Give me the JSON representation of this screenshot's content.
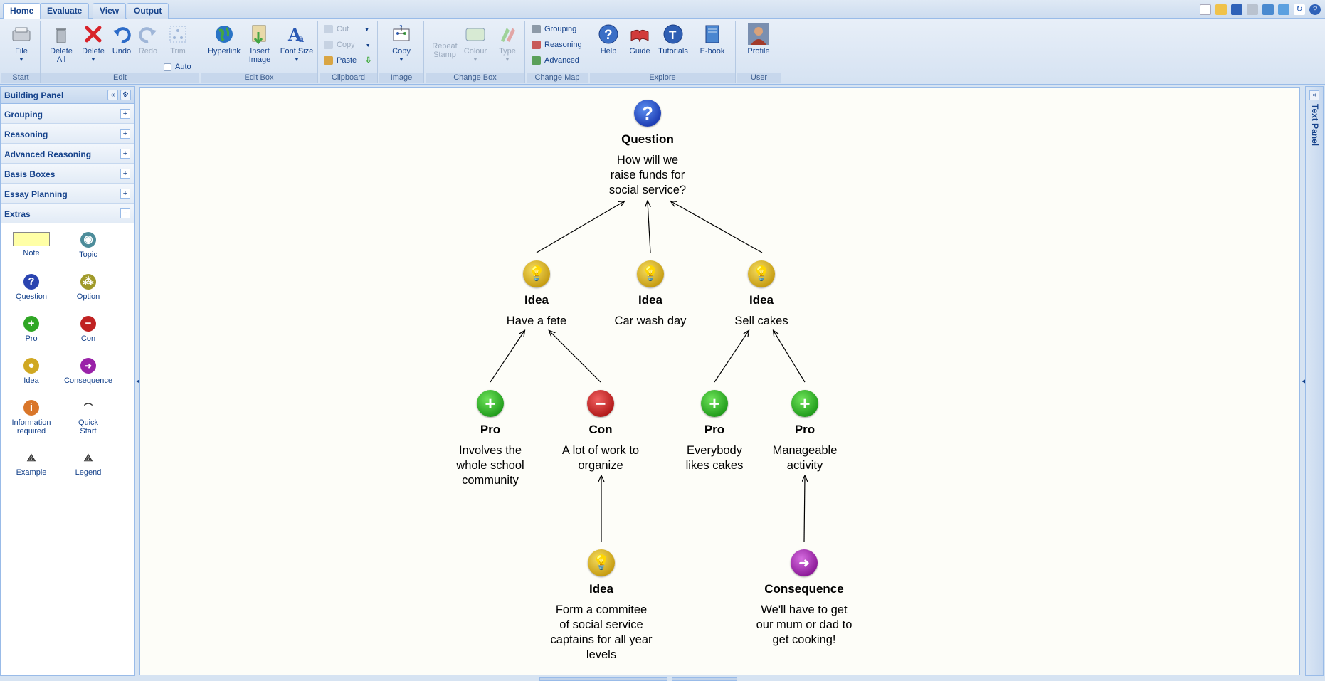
{
  "tabs": [
    "Home",
    "Evaluate",
    "View",
    "Output"
  ],
  "ribbon": {
    "start": {
      "label": "Start",
      "file": "File"
    },
    "edit": {
      "label": "Edit",
      "delete_all": "Delete All",
      "delete": "Delete",
      "undo": "Undo",
      "redo": "Redo",
      "trim": "Trim",
      "auto": "Auto"
    },
    "edit_box": {
      "label": "Edit Box",
      "hyperlink": "Hyperlink",
      "insert_image": "Insert Image",
      "font_size": "Font Size"
    },
    "clipboard": {
      "label": "Clipboard",
      "cut": "Cut",
      "copy": "Copy",
      "paste": "Paste"
    },
    "image": {
      "label": "Image",
      "copy": "Copy"
    },
    "change_box": {
      "label": "Change Box",
      "repeat_stamp": "Repeat Stamp",
      "colour": "Colour",
      "type": "Type"
    },
    "change_map": {
      "label": "Change Map",
      "grouping": "Grouping",
      "reasoning": "Reasoning",
      "advanced": "Advanced"
    },
    "explore": {
      "label": "Explore",
      "help": "Help",
      "guide": "Guide",
      "tutorials": "Tutorials",
      "ebook": "E-book"
    },
    "user": {
      "label": "User",
      "profile": "Profile"
    }
  },
  "building_panel": {
    "title": "Building Panel",
    "sections": [
      "Grouping",
      "Reasoning",
      "Advanced Reasoning",
      "Basis Boxes",
      "Essay Planning",
      "Extras"
    ],
    "extras": [
      {
        "label": "Note",
        "icon": "note-icon"
      },
      {
        "label": "Topic",
        "icon": "topic-icon"
      },
      {
        "label": "Question",
        "icon": "question-icon"
      },
      {
        "label": "Option",
        "icon": "option-icon"
      },
      {
        "label": "Pro",
        "icon": "pro-icon"
      },
      {
        "label": "Con",
        "icon": "con-icon"
      },
      {
        "label": "Idea",
        "icon": "idea-icon"
      },
      {
        "label": "Consequence",
        "icon": "consequence-icon"
      },
      {
        "label": "Information required",
        "icon": "information-icon"
      },
      {
        "label": "Quick Start",
        "icon": "quick-start-icon"
      },
      {
        "label": "Example",
        "icon": "example-icon"
      },
      {
        "label": "Legend",
        "icon": "legend-icon"
      }
    ]
  },
  "map": {
    "question": {
      "type": "Question",
      "text": "How will we raise funds for social service?"
    },
    "idea_fete": {
      "type": "Idea",
      "text": "Have a fete"
    },
    "idea_carwash": {
      "type": "Idea",
      "text": "Car wash day"
    },
    "idea_cakes": {
      "type": "Idea",
      "text": "Sell cakes"
    },
    "pro_school": {
      "type": "Pro",
      "text": "Involves the whole school community"
    },
    "con_work": {
      "type": "Con",
      "text": "A lot of work to organize"
    },
    "pro_cakes": {
      "type": "Pro",
      "text": "Everybody likes cakes"
    },
    "pro_manage": {
      "type": "Pro",
      "text": "Manageable activity"
    },
    "idea_committee": {
      "type": "Idea",
      "text": "Form a commitee of social service captains for all year levels"
    },
    "consequence": {
      "type": "Consequence",
      "text": "We'll have to get our mum or dad to get cooking!"
    }
  },
  "text_panel": {
    "title": "Text Panel"
  },
  "colors": {
    "accent": "#15428b",
    "border": "#99bbe8",
    "canvas": "#fdfdf8"
  }
}
